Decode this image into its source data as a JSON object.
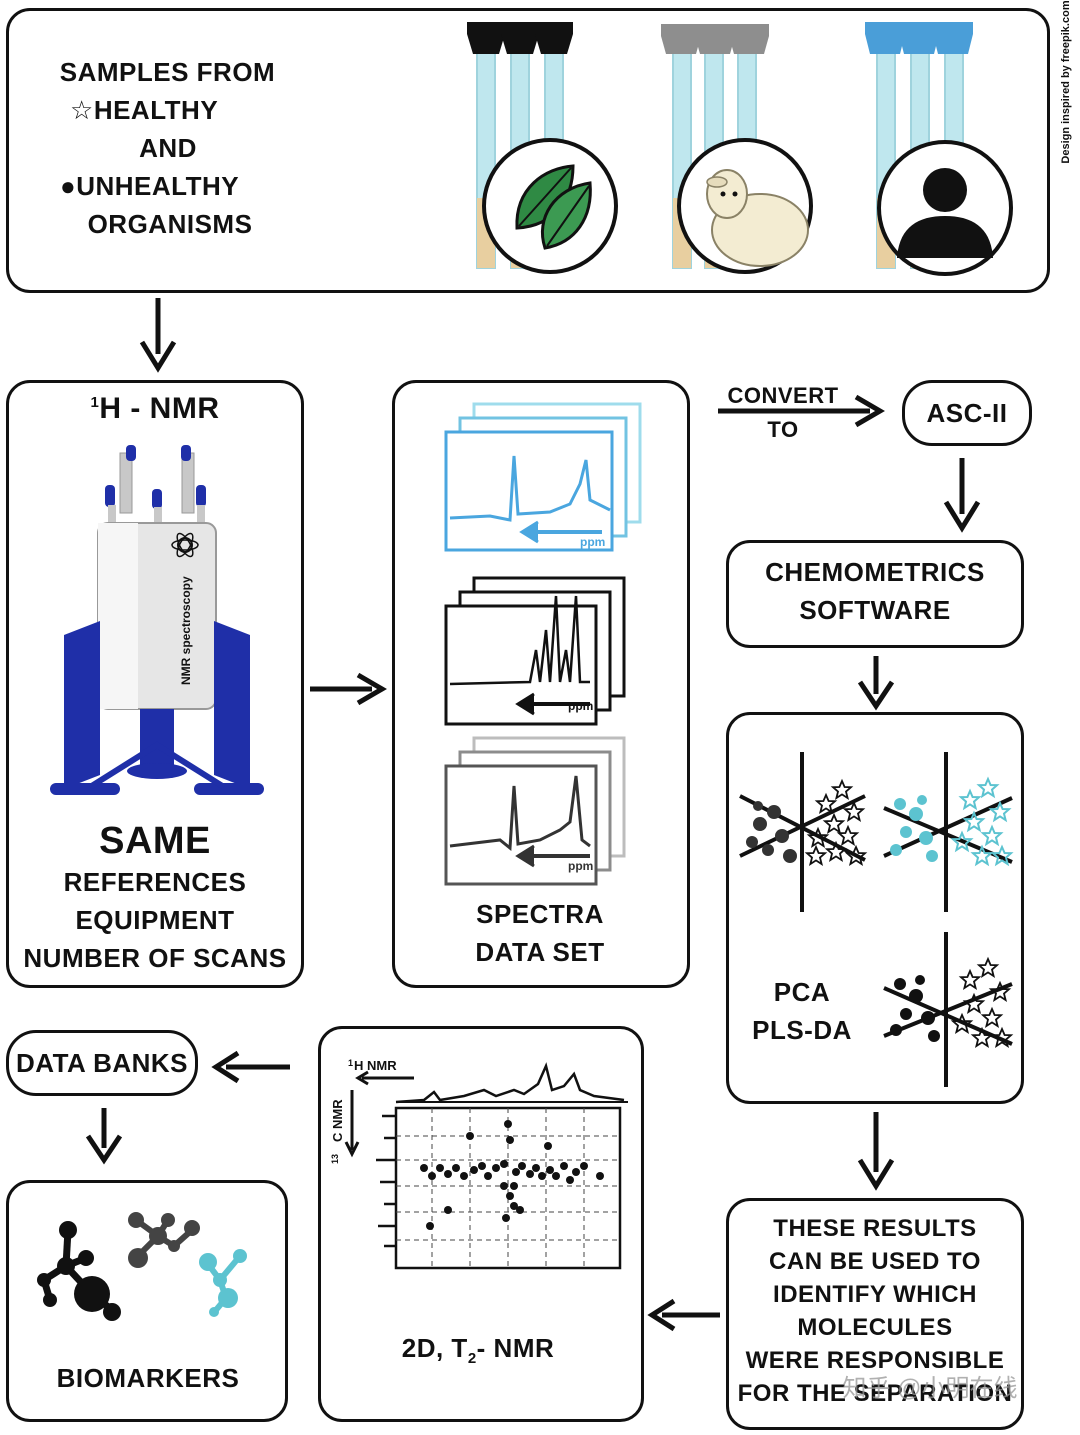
{
  "credit": "Design inspired by freepik.com",
  "watermark": "知乎 @小明在线",
  "samples": {
    "title": "SAMPLES FROM",
    "healthy": "HEALTHY",
    "and": "AND",
    "unhealthy": "UNHEALTHY",
    "organisms": "ORGANISMS",
    "star_symbol": "☆",
    "dot_symbol": "●"
  },
  "nmr": {
    "sup": "1",
    "title": "H - NMR",
    "magnet_label": "NMR spectroscopy",
    "same": "SAME",
    "line1": "REFERENCES",
    "line2": "EQUIPMENT",
    "line3": "NUMBER OF SCANS"
  },
  "spectra": {
    "ppm": "ppm",
    "line1": "SPECTRA",
    "line2": "DATA SET"
  },
  "convert": {
    "line1": "CONVERT",
    "line2": "TO"
  },
  "ascii": "ASC-II",
  "chemo": {
    "line1": "CHEMOMETRICS",
    "line2": "SOFTWARE"
  },
  "pca": {
    "line1": "PCA",
    "line2": "PLS-DA"
  },
  "results": {
    "line1": "THESE RESULTS",
    "line2": "CAN BE USED TO",
    "line3": "IDENTIFY WHICH",
    "line4": "MOLECULES",
    "line5": "WERE RESPONSIBLE",
    "line6": "FOR THE SEPARATION"
  },
  "twod": {
    "h_axis": "H NMR",
    "h_sup": "1",
    "c_axis": "C NMR",
    "c_sup": "13",
    "label_main": "2D, T",
    "label_sub": "2",
    "label_end": "- NMR"
  },
  "databanks": "DATA BANKS",
  "biomarkers": "BIOMARKERS",
  "colors": {
    "ink": "#111111",
    "accent_cyan": "#5cc3d0",
    "magnet_blue": "#1f2fa8",
    "spectrum_blue": "#4aa6df",
    "leaf_green": "#2f8a44"
  }
}
